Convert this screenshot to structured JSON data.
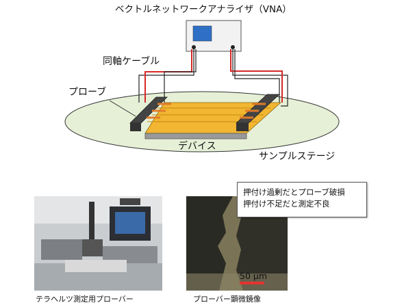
{
  "labels": {
    "vna": "ベクトルネットワークアナライザ（VNA）",
    "coax": "同軸ケーブル",
    "probe": "プローブ",
    "device": "デバイス",
    "stage": "サンプルステージ"
  },
  "photos": {
    "left_caption": "テラヘルツ測定用プローバー",
    "right_caption": "プローバー顕微鏡像",
    "scale_bar": "50 μm",
    "callout": [
      "押付け過剰だとプローブ破損",
      "押付け不足だと測定不良"
    ]
  }
}
